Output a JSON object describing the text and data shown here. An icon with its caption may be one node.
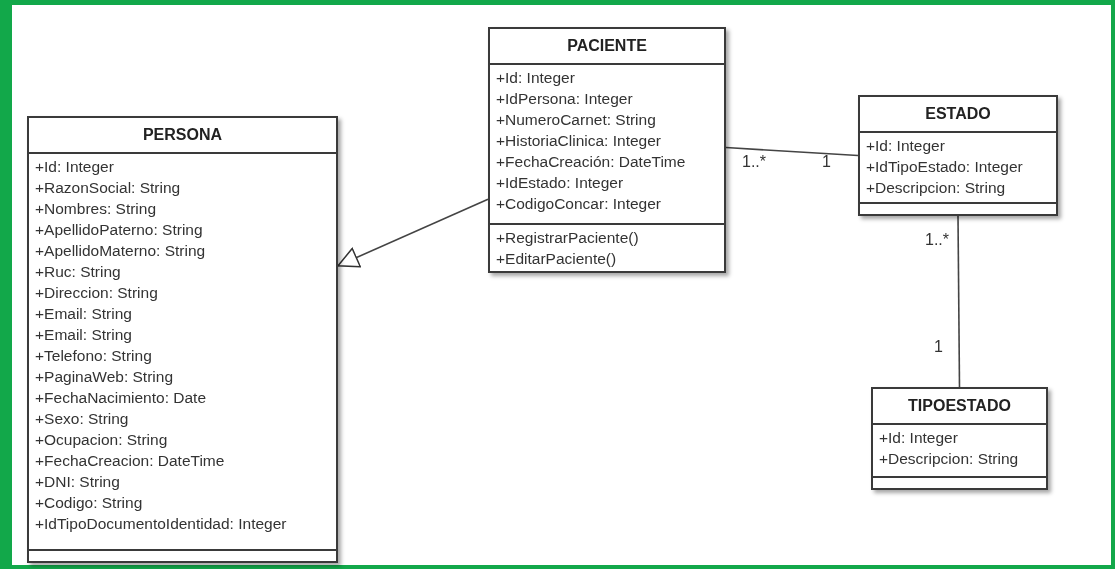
{
  "diagram": {
    "nodes": [
      {
        "text": [
          "PACIENTE"
        ]
      },
      {
        "text": [
          "+Id: Integer",
          "+IdPersona: Integer",
          "+NumeroCarnet: String",
          "+HistoriaClinica: Integer",
          "+FechaCreación: DateTime",
          "+IdEstado: Integer",
          "+CodigoConcar: Integer"
        ],
        "in": 0
      },
      {
        "text": [
          "+RegistrarPaciente()",
          "+EditarPaciente()"
        ],
        "in": 0
      },
      {
        "text": [
          "PERSONA"
        ]
      },
      {
        "text": [
          "+Id: Integer",
          "+RazonSocial: String",
          "+Nombres: String",
          "+ApellidoPaterno: String",
          "+ApellidoMaterno: String",
          "+Ruc: String",
          "+Direccion: String",
          "+Email: String",
          "+Email: String",
          "+Telefono: String",
          "+PaginaWeb: String",
          "+FechaNacimiento: Date",
          "+Sexo: String",
          "+Ocupacion: String",
          "+FechaCreacion: DateTime",
          "+DNI: String",
          "+Codigo: String",
          "+IdTipoDocumentoIdentidad: Integer"
        ],
        "in": 3
      },
      {
        "text": [],
        "shape": "box",
        "in": 3
      },
      {
        "text": [
          "ESTADO"
        ]
      },
      {
        "text": [
          "+Id: Integer",
          "+IdTipoEstado: Integer",
          "+Descripcion: String"
        ],
        "in": 6
      },
      {
        "text": [],
        "shape": "box",
        "in": 6
      },
      {
        "text": [
          "TIPOESTADO"
        ]
      },
      {
        "text": [
          "+Id: Integer",
          "+Descripcion: String"
        ],
        "in": 9
      },
      {
        "text": [],
        "shape": "box",
        "in": 9
      }
    ],
    "edges": [
      {
        "from": 0,
        "to": 3,
        "arrow": "to"
      },
      {
        "from": 0,
        "to": 6,
        "arrow": "none"
      },
      {
        "from": 6,
        "to": 9,
        "arrow": "none"
      }
    ],
    "labels": [
      "1..*",
      "1",
      "1..*",
      "1"
    ]
  }
}
